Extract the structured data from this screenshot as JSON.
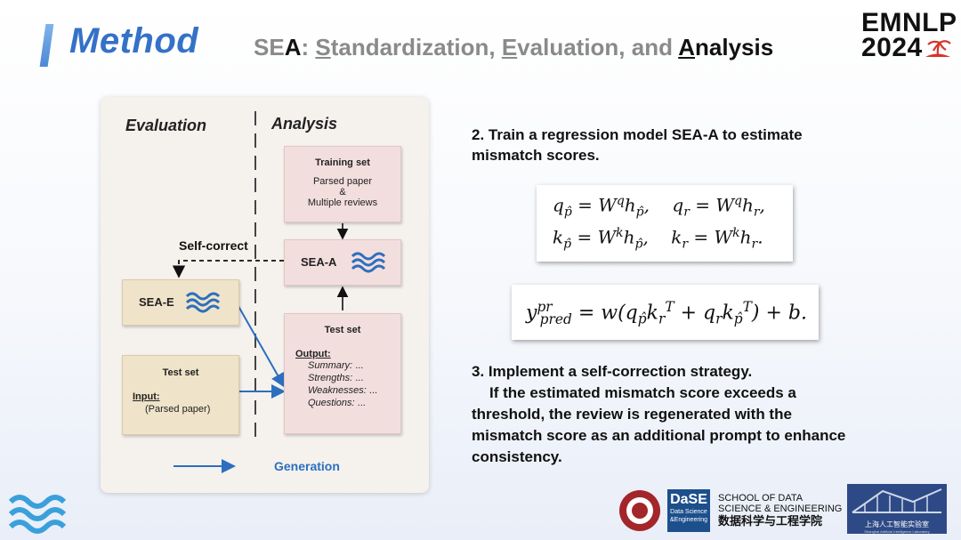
{
  "header": {
    "title": "Method",
    "subtitle_parts": [
      "SE",
      "A",
      ": ",
      "S",
      "tandardization, ",
      "E",
      "valuation, and ",
      "A",
      "nalysis"
    ],
    "conference": [
      "EMNLP",
      "2024"
    ]
  },
  "diagram": {
    "evaluation_label": "Evaluation",
    "analysis_label": "Analysis",
    "self_correct_label": "Self-correct",
    "training_set": {
      "title": "Training set",
      "line1": "Parsed paper",
      "line2": "&",
      "line3": "Multiple reviews"
    },
    "sea_a": "SEA-A",
    "sea_e": "SEA-E",
    "test_set_left": {
      "title": "Test set",
      "input_label": "Input:",
      "input_value": "(Parsed paper)"
    },
    "test_set_right": {
      "title": "Test set",
      "output_label": "Output:",
      "rows": [
        [
          "Summary:",
          "..."
        ],
        [
          "Strengths:",
          "..."
        ],
        [
          "Weaknesses:",
          "..."
        ],
        [
          "Questions:",
          "..."
        ]
      ]
    },
    "legend_label": "Generation"
  },
  "content": {
    "step2": "2. Train a regression model SEA-A to estimate mismatch scores.",
    "step3_title": "3. Implement a self-correction strategy.",
    "step3_body": "If the estimated mismatch score exceeds a threshold, the review is regenerated with the mismatch score as an additional prompt to enhance consistency."
  },
  "footer": {
    "school_line1": "SCHOOL OF DATA",
    "school_line2": "SCIENCE & ENGINEERING",
    "school_cn": "数据科学与工程学院",
    "dase": "DaSE",
    "dase_sub1": "Data Science",
    "dase_sub2": "&Engineering",
    "lab_cn": "上海人工智能实验室",
    "lab_en": "Shanghai Artificial Intelligence Laboratory"
  },
  "colors": {
    "title_blue": "#3471c8",
    "arrow_blue": "#2c6fbe",
    "box_pink": "#f3dede",
    "box_tan": "#efe3c9"
  }
}
